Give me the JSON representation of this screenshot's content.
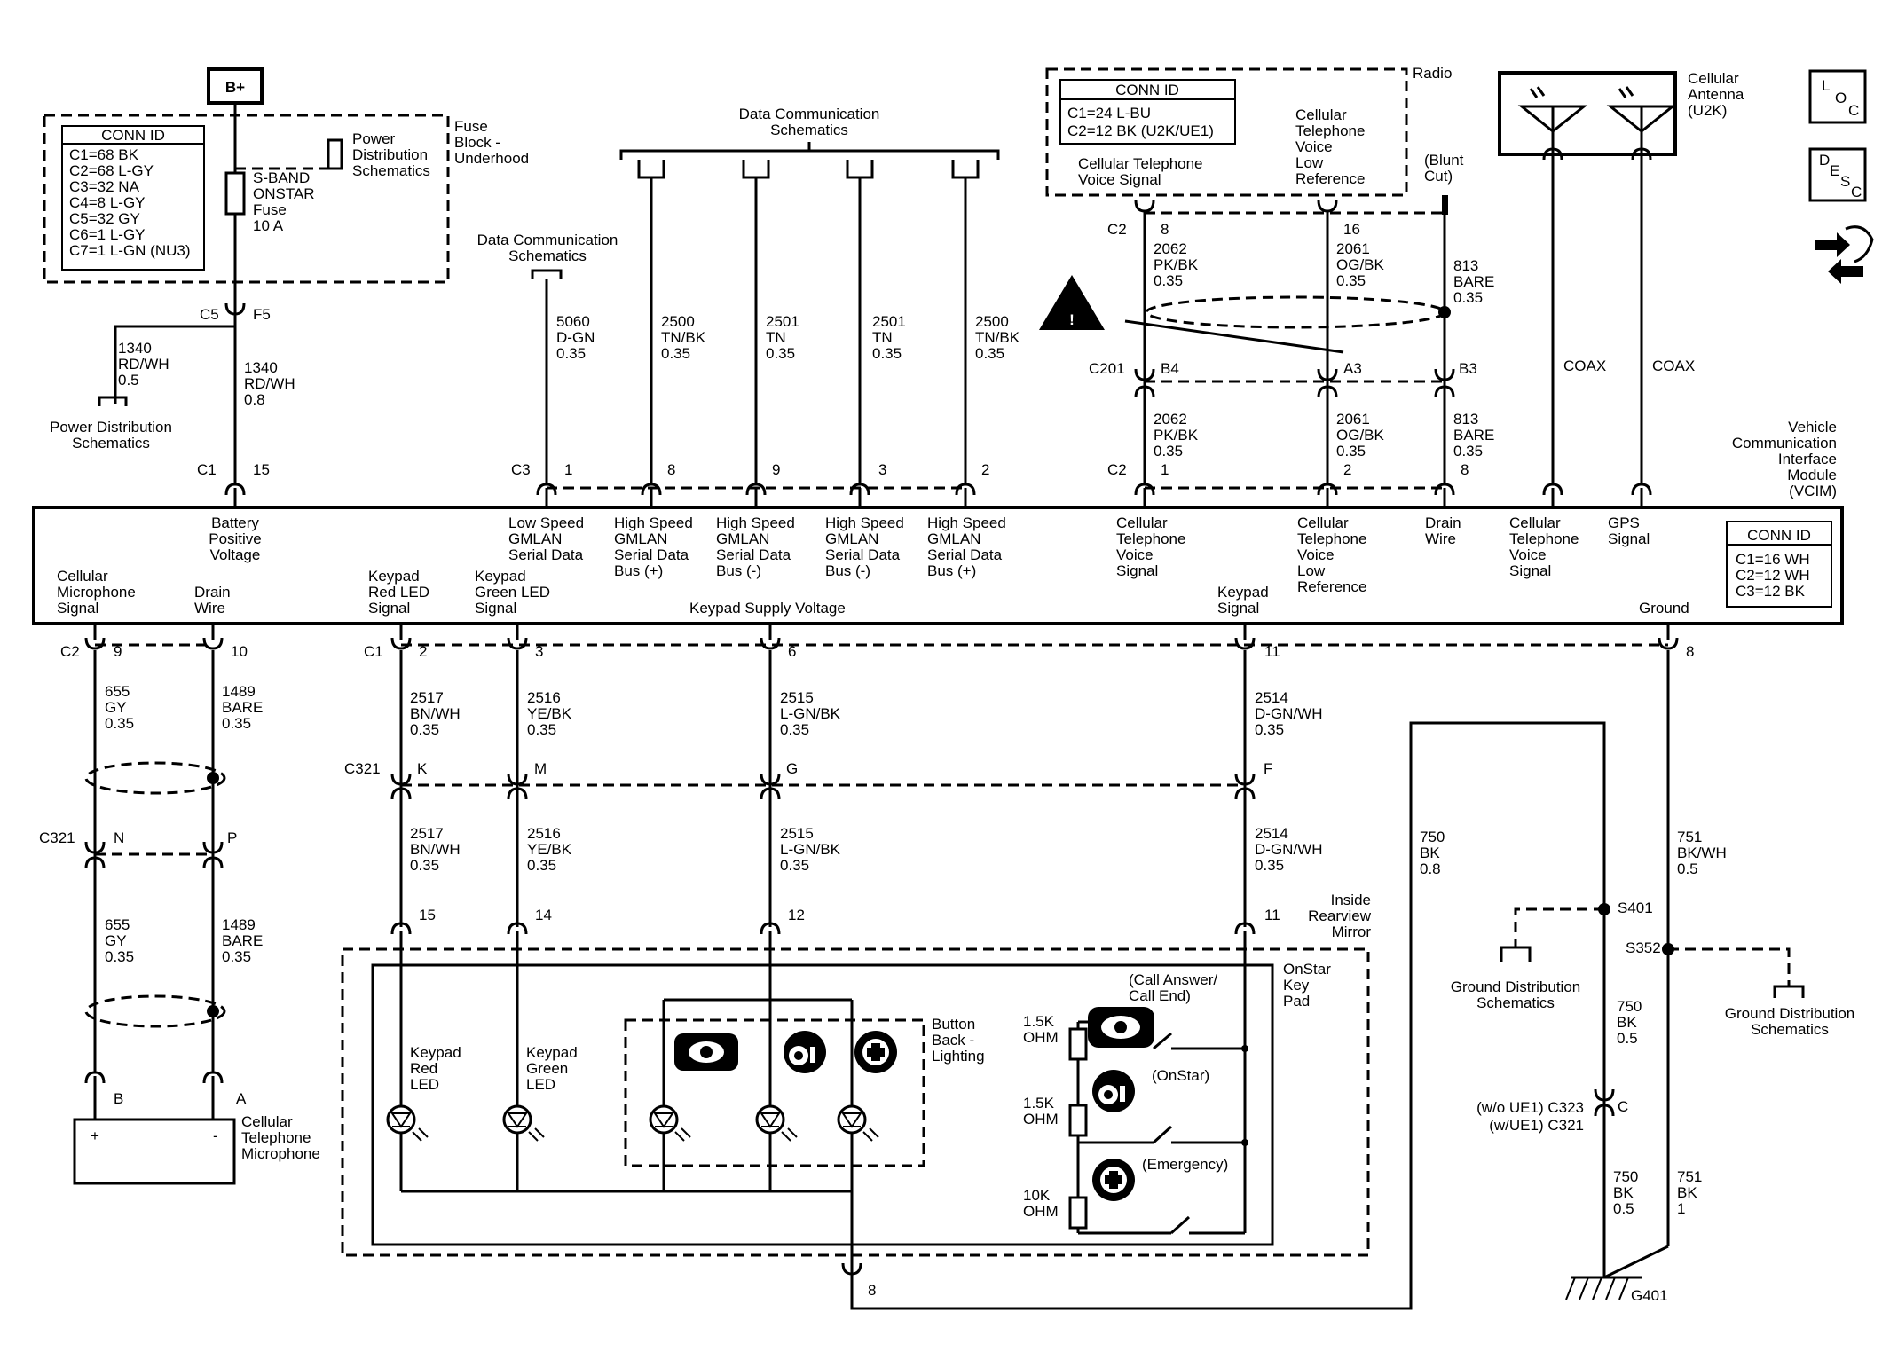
{
  "power": {
    "bplus": "B+",
    "conn_box_title": "CONN ID",
    "conn_list": [
      "C1=68 BK",
      "C2=68 L-GY",
      "C3=32 NA",
      "C4=8 L-GY",
      "C5=32 GY",
      "C6=1 L-GY",
      "C7=1 L-GN (NU3)"
    ],
    "fuse_lines": [
      "S-BAND",
      "ONSTAR",
      "Fuse",
      "10 A"
    ],
    "pd_lines": [
      "Power",
      "Distribution",
      "Schematics"
    ],
    "block_lines": [
      "Fuse",
      "Block -",
      "Underhood"
    ],
    "c5": "C5",
    "f5": "F5",
    "w1340_left": [
      "1340",
      "RD/WH",
      "0.5"
    ],
    "w1340_right": [
      "1340",
      "RD/WH",
      "0.8"
    ],
    "pd_bottom_lines": [
      "Power Distribution",
      "Schematics"
    ]
  },
  "data_comm": {
    "top_lines": [
      "Data Communication",
      "Schematics"
    ],
    "left_lines": [
      "Data Communication",
      "Schematics"
    ]
  },
  "top_wires": [
    {
      "lines": [
        "5060",
        "D-GN",
        "0.35"
      ],
      "pin": "1",
      "conn": "C3"
    },
    {
      "lines": [
        "2500",
        "TN/BK",
        "0.35"
      ],
      "pin": "8",
      "conn": ""
    },
    {
      "lines": [
        "2501",
        "TN",
        "0.35"
      ],
      "pin": "9",
      "conn": ""
    },
    {
      "lines": [
        "2501",
        "TN",
        "0.35"
      ],
      "pin": "3",
      "conn": ""
    },
    {
      "lines": [
        "2500",
        "TN/BK",
        "0.35"
      ],
      "pin": "2",
      "conn": ""
    }
  ],
  "radio": {
    "title": "Radio",
    "conn_title": "CONN ID",
    "conn_list": [
      "C1=24 L-BU",
      "C2=12 BK (U2K/UE1)"
    ],
    "voice_signal": [
      "Cellular Telephone",
      "Voice Signal"
    ],
    "voice_low": [
      "Cellular",
      "Telephone",
      "Voice",
      "Low",
      "Reference"
    ],
    "blunt": [
      "(Blunt",
      "Cut)"
    ]
  },
  "antenna": {
    "lines": [
      "Cellular",
      "Antenna",
      "(U2K)"
    ],
    "coax1": "COAX",
    "coax2": "COAX"
  },
  "icons": {
    "loc_letters": [
      "L",
      "O",
      "C"
    ],
    "desc_letters": [
      "D",
      "E",
      "S",
      "C"
    ]
  },
  "cell_wires": {
    "c2_top": "C2",
    "pin8": "8",
    "w2062_top": [
      "2062",
      "PK/BK",
      "0.35"
    ],
    "pin16": "16",
    "w2061_top": [
      "2061",
      "OG/BK",
      "0.35"
    ],
    "w813_top": [
      "813",
      "BARE",
      "0.35"
    ],
    "c201": "C201",
    "b4": "B4",
    "a3": "A3",
    "b3": "B3",
    "w2062_bot": [
      "2062",
      "PK/BK",
      "0.35"
    ],
    "w2061_bot": [
      "2061",
      "OG/BK",
      "0.35"
    ],
    "w813_bot": [
      "813",
      "BARE",
      "0.35"
    ],
    "c2_bot": "C2",
    "pin1": "1",
    "pin2": "2",
    "pin8b": "8"
  },
  "module": {
    "name_lines": [
      "Vehicle",
      "Communication",
      "Interface",
      "Module",
      "(VCIM)"
    ],
    "conn_title": "CONN ID",
    "conn_list": [
      "C1=16 WH",
      "C2=12 WH",
      "C3=12 BK"
    ],
    "c1_top": "C1",
    "pin15_top": "15",
    "top_labels": [
      [
        "Battery",
        "Positive",
        "Voltage"
      ],
      [
        "Low Speed",
        "GMLAN",
        "Serial Data"
      ],
      [
        "High Speed",
        "GMLAN",
        "Serial Data",
        "Bus (+)"
      ],
      [
        "High Speed",
        "GMLAN",
        "Serial Data",
        "Bus (-)"
      ],
      [
        "High Speed",
        "GMLAN",
        "Serial Data",
        "Bus (-)"
      ],
      [
        "High Speed",
        "GMLAN",
        "Serial Data",
        "Bus (+)"
      ],
      [
        "Cellular",
        "Telephone",
        "Voice",
        "Signal"
      ],
      [
        "Cellular",
        "Telephone",
        "Voice",
        "Low",
        "Reference"
      ],
      [
        "Drain",
        "Wire"
      ],
      [
        "Cellular",
        "Telephone",
        "Voice",
        "Signal"
      ],
      [
        "GPS",
        "Signal"
      ]
    ],
    "bottom_labels": [
      [
        "Cellular",
        "Microphone",
        "Signal"
      ],
      [
        "Drain",
        "Wire"
      ],
      [
        "Keypad",
        "Red LED",
        "Signal"
      ],
      [
        "Keypad",
        "Green LED",
        "Signal"
      ],
      [
        "Keypad Supply Voltage"
      ],
      [
        "Keypad",
        "Signal"
      ],
      [
        "Ground"
      ]
    ]
  },
  "bottom": {
    "c2": "C2",
    "p9": "9",
    "p10": "10",
    "w655": [
      "655",
      "GY",
      "0.35"
    ],
    "w1489": [
      "1489",
      "BARE",
      "0.35"
    ],
    "c321_left": "C321",
    "n": "N",
    "p": "P",
    "w655b": [
      "655",
      "GY",
      "0.35"
    ],
    "w1489b": [
      "1489",
      "BARE",
      "0.35"
    ],
    "b": "B",
    "a": "A",
    "mic_lines": [
      "Cellular",
      "Telephone",
      "Microphone"
    ],
    "mic_plus": "+",
    "mic_minus": "-",
    "c1": "C1",
    "p2": "2",
    "p3": "3",
    "p6": "6",
    "p11": "11",
    "p8": "8",
    "w2517": [
      "2517",
      "BN/WH",
      "0.35"
    ],
    "w2516": [
      "2516",
      "YE/BK",
      "0.35"
    ],
    "w2515": [
      "2515",
      "L-GN/BK",
      "0.35"
    ],
    "w2514": [
      "2514",
      "D-GN/WH",
      "0.35"
    ],
    "c321_mid": "C321",
    "k": "K",
    "m": "M",
    "g": "G",
    "f": "F",
    "w2517b": [
      "2517",
      "BN/WH",
      "0.35"
    ],
    "w2516b": [
      "2516",
      "YE/BK",
      "0.35"
    ],
    "w2515b": [
      "2515",
      "L-GN/BK",
      "0.35"
    ],
    "w2514b": [
      "2514",
      "D-GN/WH",
      "0.35"
    ],
    "p15": "15",
    "p14": "14",
    "p12": "12",
    "p11b": "11",
    "mirror_lines": [
      "Inside",
      "Rearview",
      "Mirror"
    ],
    "keypad_lines": [
      "OnStar",
      "Key",
      "Pad"
    ],
    "red_led": [
      "Keypad",
      "Red",
      "LED"
    ],
    "green_led": [
      "Keypad",
      "Green",
      "LED"
    ],
    "backlight": [
      "Button",
      "Back -",
      "Lighting"
    ],
    "r1": [
      "1.5K",
      "OHM"
    ],
    "r2": [
      "1.5K",
      "OHM"
    ],
    "r3": [
      "10K",
      "OHM"
    ],
    "call_lines": [
      "(Call Answer/",
      "Call End)"
    ],
    "onstar_label": "(OnStar)",
    "emergency_label": "(Emergency)",
    "p8_bottom": "8",
    "w750": [
      "750",
      "BK",
      "0.8"
    ],
    "w751": [
      "751",
      "BK/WH",
      "0.5"
    ],
    "s401": "S401",
    "s352": "S352",
    "gd_left": [
      "Ground Distribution",
      "Schematics"
    ],
    "gd_right": [
      "Ground Distribution",
      "Schematics"
    ],
    "w750b": [
      "750",
      "BK",
      "0.5"
    ],
    "c323": "(w/o UE1) C323",
    "c321_alt": "(w/UE1) C321",
    "c_pin": "C",
    "w750c": [
      "750",
      "BK",
      "0.5"
    ],
    "w751b": [
      "751",
      "BK",
      "1"
    ],
    "g401": "G401"
  }
}
